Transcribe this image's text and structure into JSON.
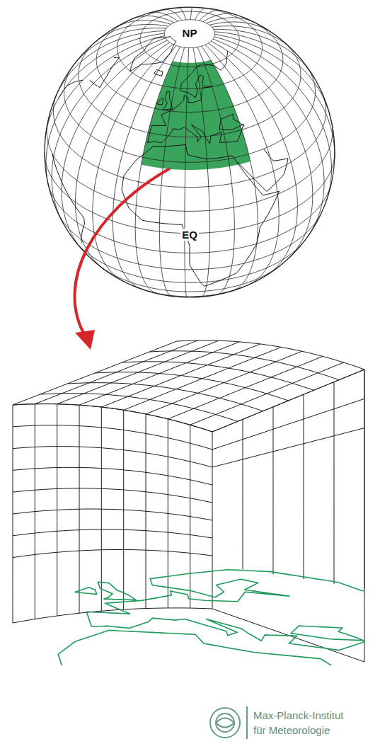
{
  "diagram": {
    "labels": [
      "NP",
      "EQ",
      "Max-Planck-Institut",
      "für Meteorologie"
    ]
  }
}
